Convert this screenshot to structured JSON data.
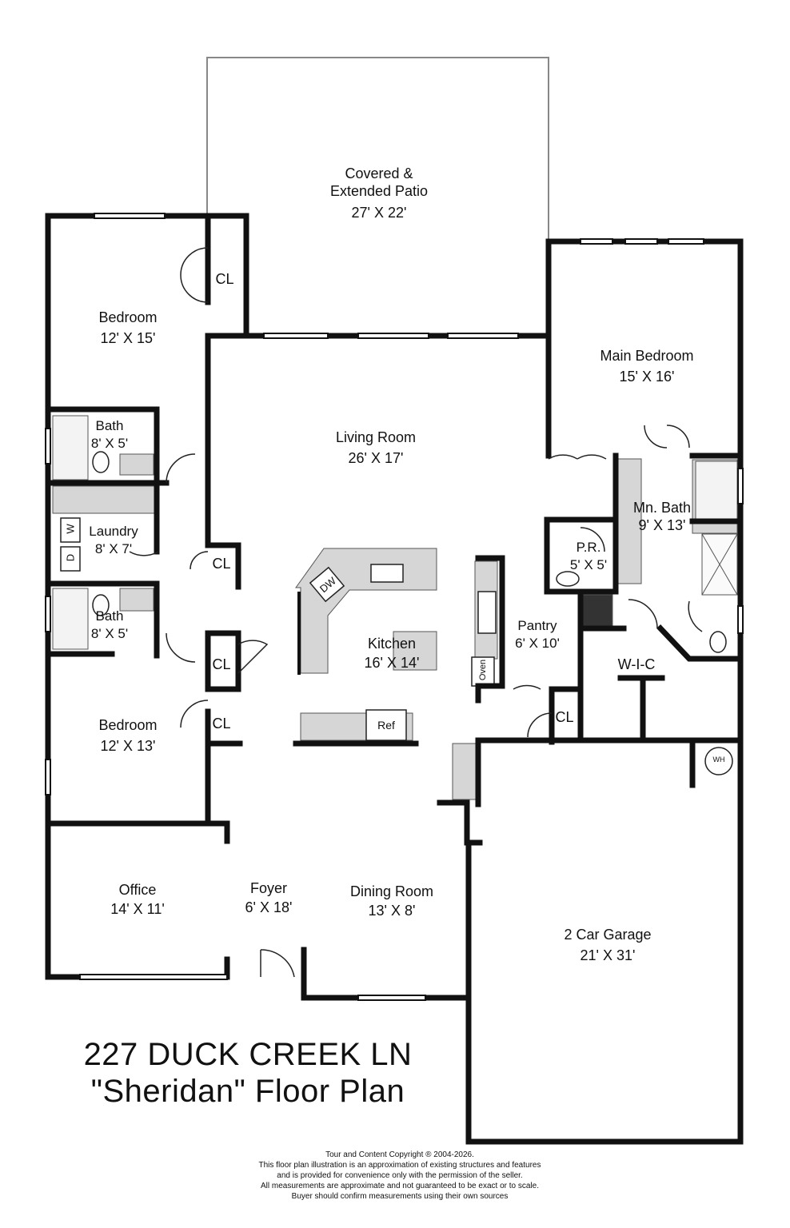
{
  "rooms": {
    "patio": {
      "name1": "Covered &",
      "name2": "Extended Patio",
      "size": "27' X 22'"
    },
    "bedroom1": {
      "name": "Bedroom",
      "size": "12' X 15'"
    },
    "main_bedroom": {
      "name": "Main Bedroom",
      "size": "15' X 16'"
    },
    "living": {
      "name": "Living Room",
      "size": "26' X 17'"
    },
    "bath1": {
      "name": "Bath",
      "size": "8' X 5'"
    },
    "laundry": {
      "name": "Laundry",
      "size": "8' X 7'"
    },
    "bath2": {
      "name": "Bath",
      "size": "8' X 5'"
    },
    "mn_bath": {
      "name": "Mn. Bath",
      "size": "9' X 13'"
    },
    "powder": {
      "name": "P.R.",
      "size": "5' X 5'"
    },
    "pantry": {
      "name": "Pantry",
      "size": "6' X 10'"
    },
    "kitchen": {
      "name": "Kitchen",
      "size": "16' X 14'"
    },
    "wic": {
      "name": "W-I-C"
    },
    "bedroom2": {
      "name": "Bedroom",
      "size": "12' X 13'"
    },
    "office": {
      "name": "Office",
      "size": "14' X 11'"
    },
    "foyer": {
      "name": "Foyer",
      "size": "6' X 18'"
    },
    "dining": {
      "name": "Dining Room",
      "size": "13' X 8'"
    },
    "garage": {
      "name": "2 Car Garage",
      "size": "21' X 31'"
    }
  },
  "closets": {
    "label": "CL"
  },
  "fixtures": {
    "dw": "DW",
    "ref": "Ref",
    "oven": "Oven",
    "wh": "WH",
    "washer": "W",
    "dryer": "D"
  },
  "title": {
    "line1": "227 DUCK CREEK LN",
    "line2": "\"Sheridan\" Floor Plan"
  },
  "disclaimer": {
    "line1": "Tour and Content Copyright ® 2004-2026.",
    "line2": "This floor plan illustration is an approximation of existing structures and features",
    "line3": "and is provided for convenience only with the permission of the seller.",
    "line4": "All measurements are approximate and not guaranteed to be exact or to scale.",
    "line5": "Buyer should confirm measurements using their own sources"
  }
}
